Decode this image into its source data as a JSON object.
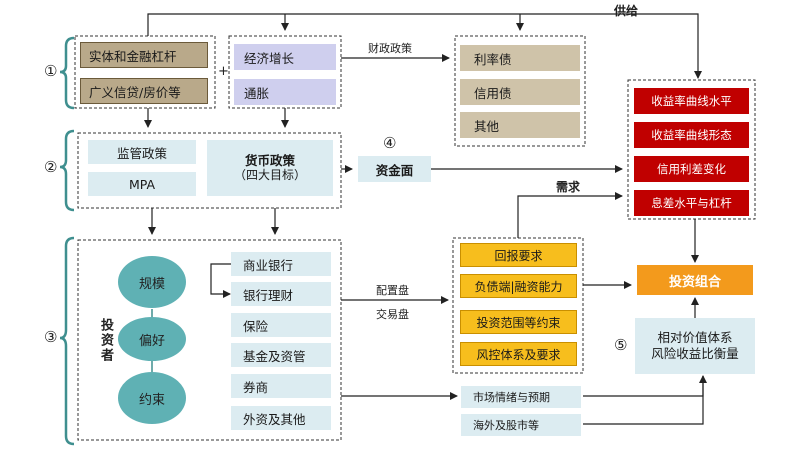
{
  "groups": {
    "g1": "①",
    "g2": "②",
    "g3": "③",
    "g4": "④",
    "g5": "⑤"
  },
  "top": {
    "leverage": "实体和金融杠杆",
    "credit_housing": "广义信贷/房价等",
    "plus": "+",
    "growth": "经济增长",
    "inflation": "通胀",
    "fiscal_policy": "财政政策",
    "supply": "供给"
  },
  "bonds": {
    "rate": "利率债",
    "credit": "信用债",
    "other": "其他"
  },
  "policy": {
    "regulation": "监管政策",
    "mpa": "MPA",
    "monetary": "货币政策",
    "monetary_sub": "（四大目标）",
    "funding": "资金面"
  },
  "curve": {
    "level": "收益率曲线水平",
    "shape": "收益率曲线形态",
    "spread": "信用利差变化",
    "carry": "息差水平与杠杆"
  },
  "investors": {
    "title": "投资者",
    "scale": "规模",
    "preference": "偏好",
    "constraint": "约束",
    "types": [
      "商业银行",
      "银行理财",
      "保险",
      "基金及资管",
      "券商",
      "外资及其他"
    ]
  },
  "flow": {
    "allocation": "配置盘",
    "trading": "交易盘",
    "demand": "需求"
  },
  "requirements": [
    "回报要求",
    "负债端|融资能力",
    "投资范围等约束",
    "风控体系及要求"
  ],
  "portfolio": {
    "title": "投资组合",
    "line1": "相对价值体系",
    "line2": "风险收益比衡量"
  },
  "market": {
    "sentiment": "市场情绪与预期",
    "overseas": "海外及股市等"
  },
  "colors": {
    "red": "#c00000",
    "gold": "#f7be1d",
    "orange": "#f39a1c",
    "teal": "#5fb1b4"
  }
}
